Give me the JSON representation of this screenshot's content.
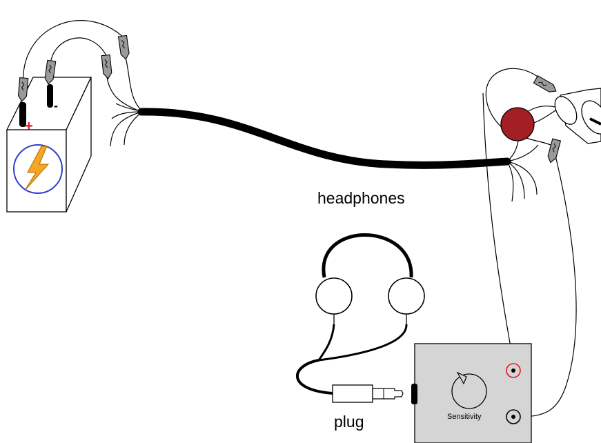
{
  "labels": {
    "headphones": "headphones",
    "plug": "plug",
    "sensitivity": "Sensitivity",
    "battery_positive": "+",
    "battery_negative": "-"
  },
  "colors": {
    "positive_terminal": "#e8161c",
    "bolt": "#f5a623",
    "battery_circle": "#2f3fd1",
    "red_ball": "#a31f24",
    "tester_box": "#d5d5d5",
    "red_jack": "#e8161c"
  },
  "icons": {
    "bolt": "lightning-bolt-icon",
    "knob": "sensitivity-knob",
    "clip": "alligator-clip-icon"
  }
}
